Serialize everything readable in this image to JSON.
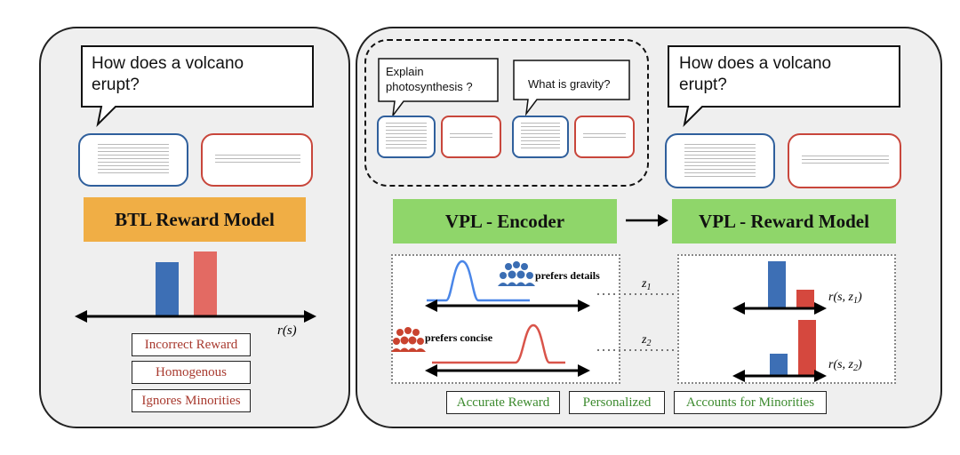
{
  "left_panel": {
    "prompt": "How does a volcano erupt?",
    "model_label": "BTL Reward Model",
    "axis_label": "r(s)",
    "tags": [
      "Incorrect Reward",
      "Homogenous",
      "Ignores Minorities"
    ]
  },
  "right_panel": {
    "context_prompts": [
      "Explain photosynthesis ?",
      "What is gravity?"
    ],
    "prompt": "How does a volcano erupt?",
    "encoder_label": "VPL - Encoder",
    "reward_model_label": "VPL - Reward Model",
    "user_groups": [
      "prefers details",
      "prefers concise"
    ],
    "latent_1": "z1",
    "latent_2": "z2",
    "reward_1": "r(s, z1)",
    "reward_2": "r(s, z2)",
    "tags": [
      "Accurate Reward",
      "Personalized",
      "Accounts for Minorities"
    ]
  },
  "colors": {
    "blue": "#3d6fb5",
    "red": "#d5483e",
    "orange": "#f0ae45",
    "green": "#8fd66a",
    "light_red": "#e36a63",
    "curve_blue": "#4a86e8",
    "tag_red_text": "#a83a2f",
    "tag_green_text": "#3c8a2e"
  }
}
